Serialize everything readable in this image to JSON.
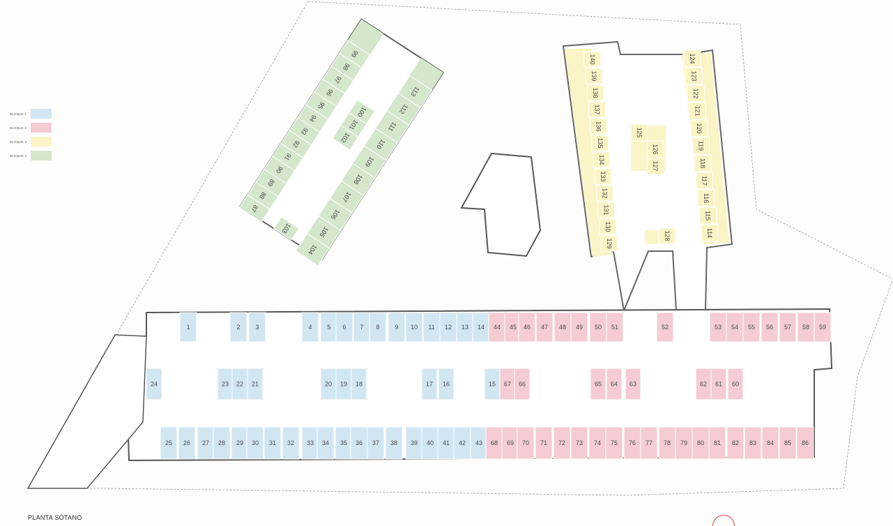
{
  "title": "PLANTA SÓTANO",
  "legend": [
    {
      "label": "BLOQUE 1",
      "color": "#d2e6f2"
    },
    {
      "label": "BLOQUE 2",
      "color": "#f5ccd4"
    },
    {
      "label": "BLOQUE 3",
      "color": "#faf4c6"
    },
    {
      "label": "BLOQUE 4",
      "color": "#d4e6cc"
    }
  ],
  "blocks": {
    "bloque1": [
      "1",
      "2",
      "3",
      "4",
      "5",
      "6",
      "7",
      "8",
      "9",
      "10",
      "11",
      "12",
      "13",
      "14",
      "15",
      "16",
      "17",
      "18",
      "19",
      "20",
      "21",
      "22",
      "23",
      "24",
      "25",
      "26",
      "27",
      "28",
      "29",
      "30",
      "31",
      "32",
      "33",
      "34",
      "35",
      "36",
      "37",
      "38",
      "39",
      "40",
      "41",
      "42",
      "43"
    ],
    "bloque2": [
      "44",
      "45",
      "46",
      "47",
      "48",
      "49",
      "50",
      "51",
      "52",
      "53",
      "54",
      "55",
      "56",
      "57",
      "58",
      "59",
      "60",
      "61",
      "62",
      "63",
      "64",
      "65",
      "66",
      "67",
      "68",
      "69",
      "70",
      "71",
      "72",
      "73",
      "74",
      "75",
      "76",
      "77",
      "78",
      "79",
      "80",
      "81",
      "82",
      "83",
      "84",
      "85",
      "86"
    ],
    "bloque3": [
      "114",
      "115",
      "116",
      "117",
      "118",
      "119",
      "120",
      "121",
      "122",
      "123",
      "124",
      "125",
      "126",
      "127",
      "128",
      "129",
      "130",
      "131",
      "132",
      "133",
      "134",
      "135",
      "136",
      "137",
      "138",
      "139",
      "140"
    ],
    "bloque4": [
      "87",
      "88",
      "89",
      "90",
      "91",
      "92",
      "93",
      "94",
      "95",
      "96",
      "97",
      "98",
      "99",
      "100",
      "101",
      "102",
      "103",
      "104",
      "105",
      "106",
      "107",
      "108",
      "109",
      "110",
      "111",
      "112",
      "113"
    ]
  }
}
